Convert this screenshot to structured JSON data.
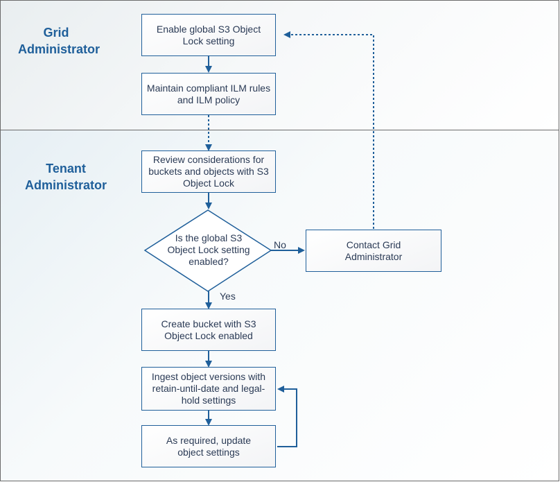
{
  "lanes": {
    "grid": "Grid\nAdministrator",
    "tenant": "Tenant\nAdministrator"
  },
  "steps": {
    "enable": "Enable global S3 Object Lock setting",
    "maintain": "Maintain compliant ILM rules and ILM policy",
    "review": "Review considerations for buckets and objects with S3 Object Lock",
    "decision": "Is the global S3 Object Lock setting enabled?",
    "contact": "Contact Grid Administrator",
    "create": "Create bucket with S3 Object Lock enabled",
    "ingest": "Ingest object versions with retain-until-date and legal-hold settings",
    "update": "As required, update object settings"
  },
  "edges": {
    "no": "No",
    "yes": "Yes"
  },
  "colors": {
    "accent": "#1f5f9a",
    "text": "#2a3a55",
    "lane_border": "#6b6b6b"
  }
}
